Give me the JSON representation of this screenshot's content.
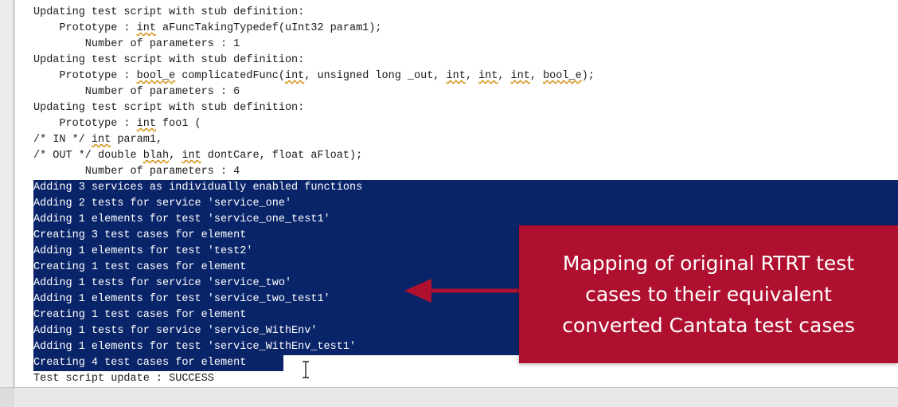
{
  "console": {
    "lines": [
      "Updating test script with stub definition:",
      "    Prototype : int aFuncTakingTypedef(uInt32 param1);",
      "        Number of parameters : 1",
      "Updating test script with stub definition:",
      "    Prototype : bool_e complicatedFunc(int, unsigned long _out, int, int, int, bool_e);",
      "        Number of parameters : 6",
      "Updating test script with stub definition:",
      "    Prototype : int foo1 (",
      "/* IN */ int param1,",
      "/* OUT */ double blah, int dontCare, float aFloat);",
      "        Number of parameters : 4",
      "Adding 3 services as individually enabled functions",
      "Adding 2 tests for service 'service_one'",
      "Adding 1 elements for test 'service_one_test1'",
      "Creating 3 test cases for element",
      "Adding 1 elements for test 'test2'",
      "Creating 1 test cases for element",
      "Adding 1 tests for service 'service_two'",
      "Adding 1 elements for test 'service_two_test1'",
      "Creating 1 test cases for element",
      "Adding 1 tests for service 'service_WithEnv'",
      "Adding 1 elements for test 'service_WithEnv_test1'",
      "Creating 4 test cases for element",
      "Test script update : SUCCESS"
    ]
  },
  "callout": {
    "text": "Mapping of original RTRT test cases to their equivalent converted Cantata test cases"
  },
  "colors": {
    "selection": "#0a246a",
    "callout": "#b0102f",
    "arrow": "#b0102f"
  },
  "icons": {
    "cursor": "text-cursor-icon"
  }
}
